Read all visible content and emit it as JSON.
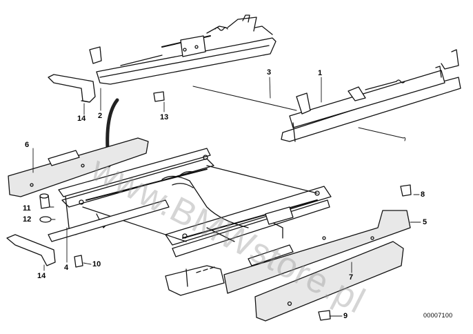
{
  "diagram": {
    "drawing_number": "00007100",
    "watermark": "www.BMWstore.pl",
    "callouts": [
      "1",
      "2",
      "3",
      "4",
      "5",
      "6",
      "7",
      "8",
      "9",
      "10",
      "11",
      "12",
      "13",
      "14",
      "14"
    ]
  }
}
